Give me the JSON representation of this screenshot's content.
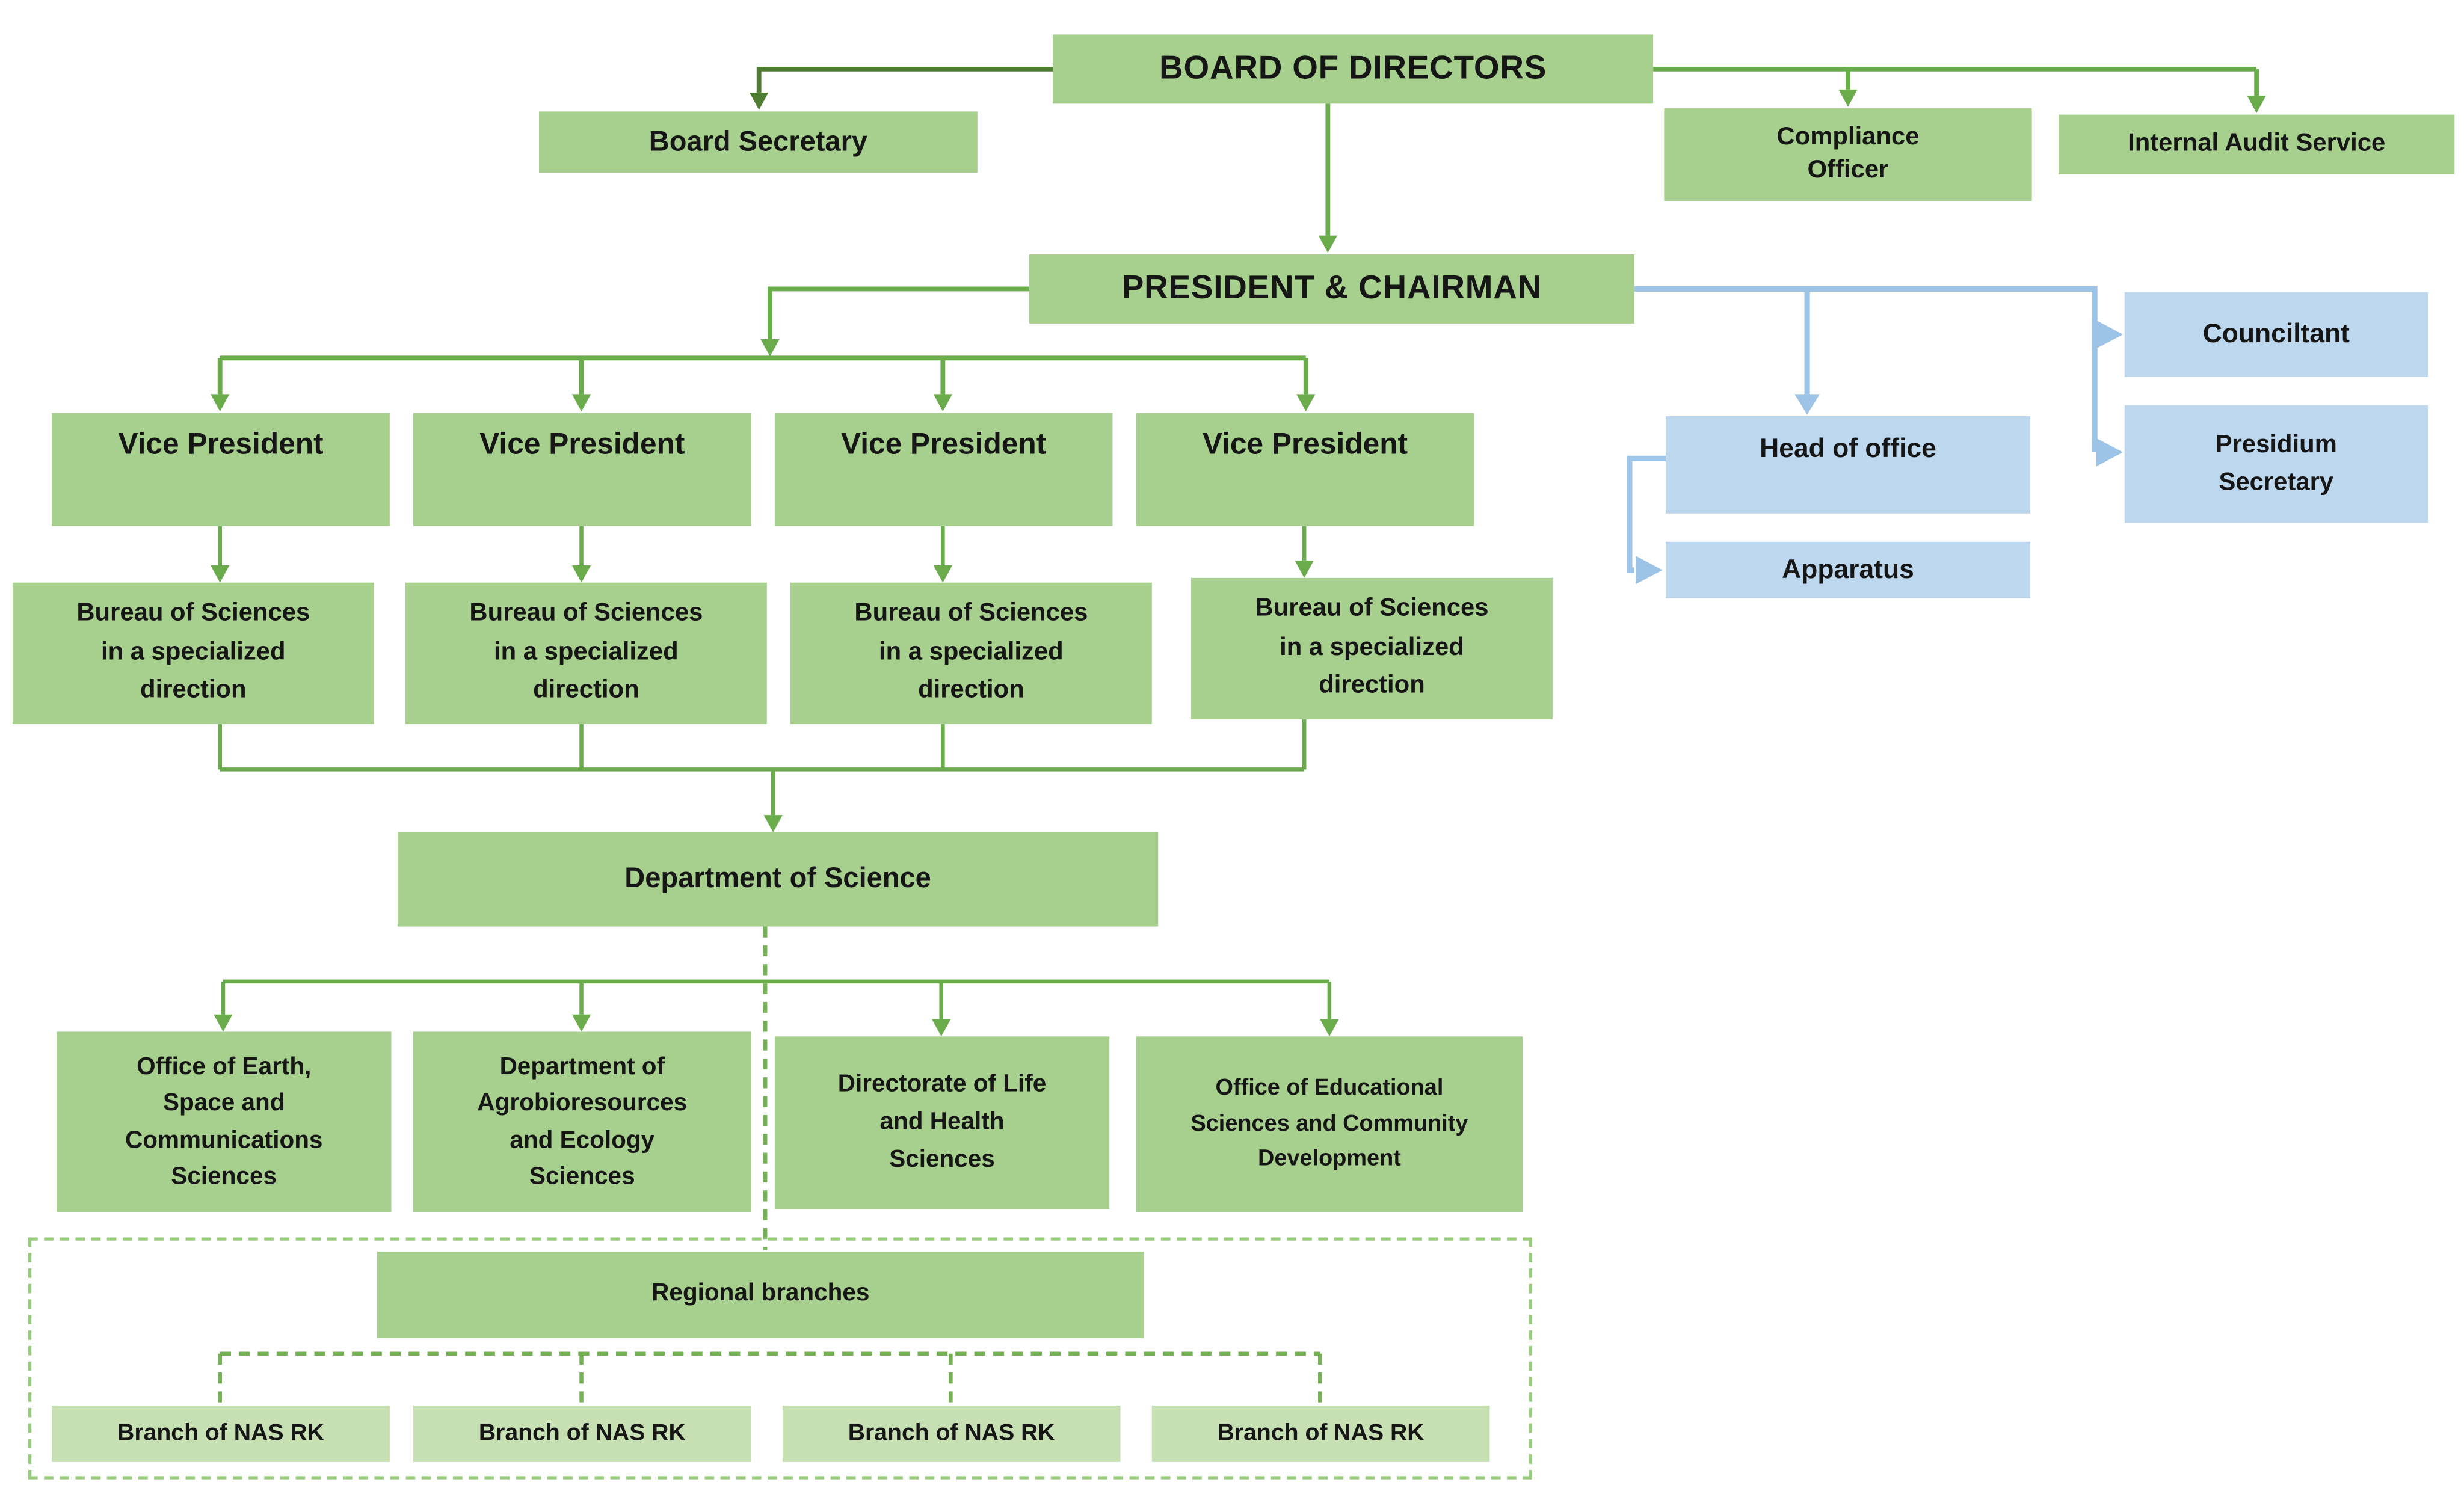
{
  "colors": {
    "node_green": "#a7cf8d",
    "node_green_light": "#c6e0b4",
    "node_blue": "#bdd7ee",
    "line_green": "#6aab4c",
    "line_dark_green": "#4f7d31",
    "line_blue": "#9dc3e6",
    "dashed_line_green": "#74b254",
    "dashed_container_border": "#98cb7c",
    "text": "#161616"
  },
  "nodes": {
    "board_of_directors": {
      "label": "BOARD OF DIRECTORS"
    },
    "board_secretary": {
      "label": "Board Secretary"
    },
    "compliance_officer": {
      "label": "Compliance\nOfficer"
    },
    "internal_audit_service": {
      "label": "Internal Audit Service"
    },
    "president_chairman": {
      "label": "PRESIDENT & CHAIRMAN"
    },
    "vice_president_1": {
      "label": "Vice President"
    },
    "vice_president_2": {
      "label": "Vice President"
    },
    "vice_president_3": {
      "label": "Vice President"
    },
    "vice_president_4": {
      "label": "Vice President"
    },
    "bureau_1": {
      "label": "Bureau of Sciences\nin a specialized\ndirection"
    },
    "bureau_2": {
      "label": "Bureau of Sciences\nin a specialized\ndirection"
    },
    "bureau_3": {
      "label": "Bureau of Sciences\nin a specialized\ndirection"
    },
    "bureau_4": {
      "label": "Bureau of Sciences\nin a specialized\ndirection"
    },
    "head_of_office": {
      "label": "Head of office"
    },
    "apparatus": {
      "label": "Apparatus"
    },
    "counciltant": {
      "label": "Counciltant"
    },
    "presidium_secretary": {
      "label": "Presidium\nSecretary"
    },
    "department_of_science": {
      "label": "Department of Science"
    },
    "office_earth_space": {
      "label": "Office of Earth,\nSpace and\nCommunications\nSciences"
    },
    "dept_agrobioresources": {
      "label": "Department of\nAgrobioresources\nand Ecology\nSciences"
    },
    "directorate_life_health": {
      "label": "Directorate of Life\nand Health\nSciences"
    },
    "office_educational": {
      "label": "Office of Educational\nSciences and Community\nDevelopment"
    },
    "regional_branches": {
      "label": "Regional branches"
    },
    "branch_1": {
      "label": "Branch of NAS RK"
    },
    "branch_2": {
      "label": "Branch of NAS RK"
    },
    "branch_3": {
      "label": "Branch of NAS RK"
    },
    "branch_4": {
      "label": "Branch of NAS RK"
    }
  }
}
